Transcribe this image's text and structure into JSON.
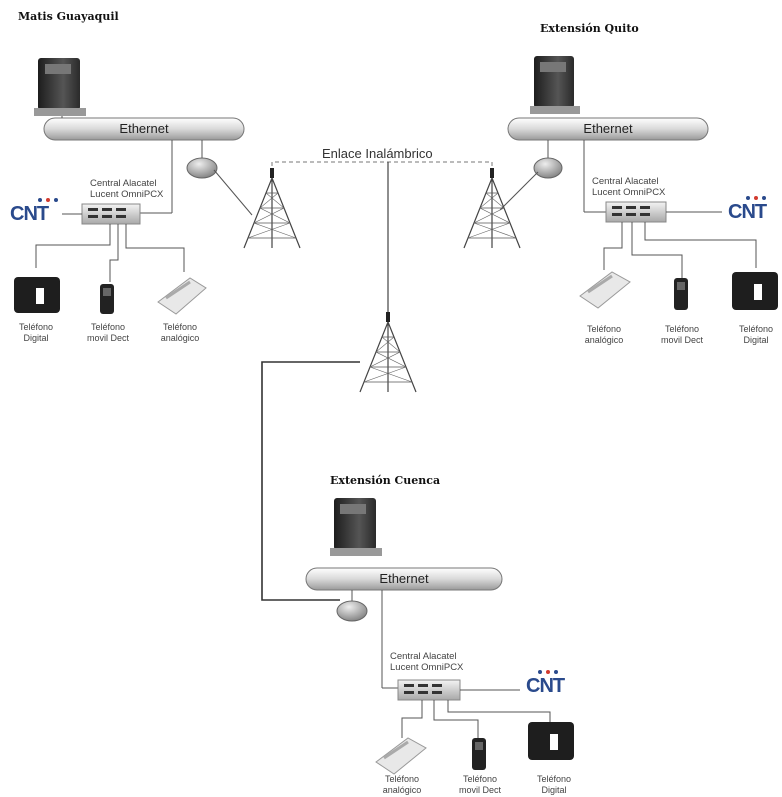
{
  "sites": {
    "guayaquil": {
      "title": "Matis Guayaquil",
      "ethernet": "Ethernet",
      "central_line1": "Central Alacatel",
      "central_line2": "Lucent OmniPCX",
      "provider": "CNT",
      "phones": [
        {
          "line1": "Teléfono",
          "line2": "Digital"
        },
        {
          "line1": "Teléfono",
          "line2": "movil Dect"
        },
        {
          "line1": "Teléfono",
          "line2": "analógico"
        }
      ]
    },
    "quito": {
      "title": "Extensión Quito",
      "ethernet": "Ethernet",
      "central_line1": "Central Alacatel",
      "central_line2": "Lucent OmniPCX",
      "provider": "CNT",
      "phones": [
        {
          "line1": "Teléfono",
          "line2": "analógico"
        },
        {
          "line1": "Teléfono",
          "line2": "movil Dect"
        },
        {
          "line1": "Teléfono",
          "line2": "Digital"
        }
      ]
    },
    "cuenca": {
      "title": "Extensión Cuenca",
      "ethernet": "Ethernet",
      "central_line1": "Central Alacatel",
      "central_line2": "Lucent OmniPCX",
      "provider": "CNT",
      "phones": [
        {
          "line1": "Teléfono",
          "line2": "analógico"
        },
        {
          "line1": "Teléfono",
          "line2": "movil Dect"
        },
        {
          "line1": "Teléfono",
          "line2": "Digital"
        }
      ]
    }
  },
  "wireless_link": "Enlace Inalámbrico",
  "colors": {
    "line": "#555555",
    "bus_fill": "#e6e6e6",
    "server": "#3a3a3a",
    "cnt_red": "#d23b2f",
    "cnt_blue": "#2a4a8c"
  }
}
